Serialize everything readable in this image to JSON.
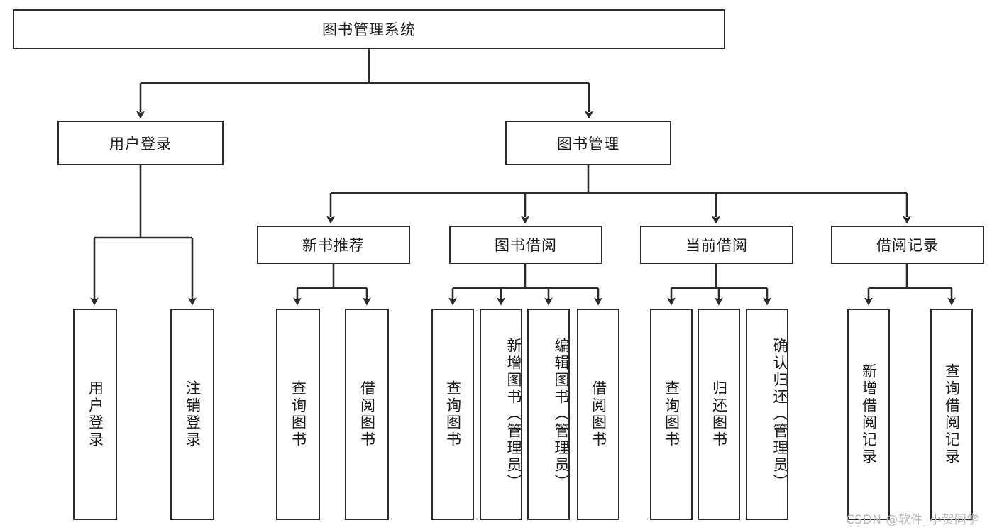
{
  "diagram": {
    "title": "图书管理系统",
    "type": "hierarchy-tree",
    "style": {
      "box_border_color": "#2b2b2b",
      "box_fill_color": "#ffffff",
      "connector_color": "#2b2b2b",
      "background_color": "#ffffff",
      "watermark_color": "#b9b9b9"
    },
    "root": {
      "label": "图书管理系统"
    },
    "level1": [
      {
        "label": "用户登录"
      },
      {
        "label": "图书管理"
      }
    ],
    "level2": [
      {
        "label": "新书推荐"
      },
      {
        "label": "图书借阅"
      },
      {
        "label": "当前借阅"
      },
      {
        "label": "借阅记录"
      }
    ],
    "leaves": {
      "user_login": [
        {
          "label": "用户登录"
        },
        {
          "label": "注销登录"
        }
      ],
      "new_book_recommend": [
        {
          "label": "查询图书"
        },
        {
          "label": "借阅图书"
        }
      ],
      "book_borrow": [
        {
          "label": "查询图书"
        },
        {
          "label": "新增图书（管理员）"
        },
        {
          "label": "编辑图书（管理员）"
        },
        {
          "label": "借阅图书"
        }
      ],
      "current_borrow": [
        {
          "label": "查询图书"
        },
        {
          "label": "归还图书"
        },
        {
          "label": "确认归还（管理员）"
        }
      ],
      "borrow_record": [
        {
          "label": "新增借阅记录"
        },
        {
          "label": "查询借阅记录"
        }
      ]
    }
  },
  "watermark": {
    "text": "CSDN @软件_小贺同学"
  }
}
